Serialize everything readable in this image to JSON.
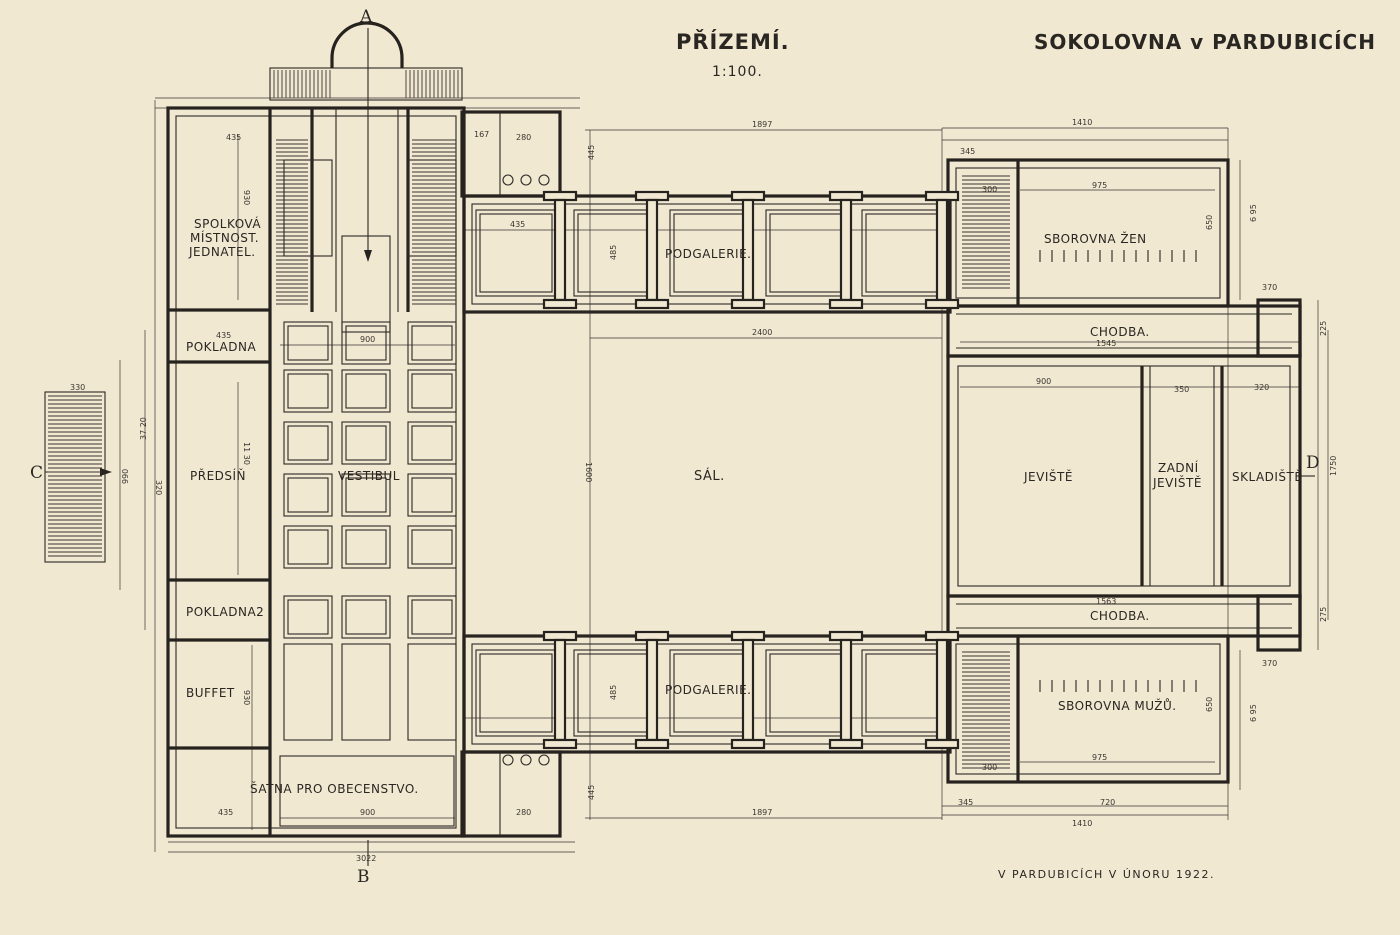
{
  "header": {
    "title": "PŘÍZEMÍ.",
    "scale": "1:100.",
    "building": "SOKOLOVNA v PARDUBICÍCH"
  },
  "footer": {
    "place_date": "V PARDUBICÍCH V ÚNORU 1922."
  },
  "sections": {
    "a": "A",
    "b": "B",
    "c": "C",
    "d": "D"
  },
  "rooms": {
    "spolkova_1": "SPOLKOVÁ",
    "spolkova_2": "MÍSTNOST.",
    "spolkova_3": "JEDNATEL.",
    "pokladna1": "POKLADNA",
    "predsin": "PŘEDSÍŇ",
    "vestibul": "VESTIBUL",
    "pokladna2": "POKLADNA2",
    "buffet": "BUFFET",
    "satna": "ŠATNA PRO OBECENSTVO.",
    "podgalerie_top": "PODGALERIE.",
    "podgalerie_bottom": "PODGALERIE.",
    "sal": "SÁL.",
    "sborovna_zen": "SBOROVNA ŽEN",
    "chodba_top": "CHODBA.",
    "jeviste": "JEVIŠTĚ",
    "zadni_1": "ZADNÍ",
    "zadni_2": "JEVIŠTĚ",
    "skladiste": "SKLADIŠTĚ",
    "chodba_bottom": "CHODBA.",
    "sborovna_muzu": "SBOROVNA MUŽŮ."
  },
  "dimensions": {
    "d_1897_top": "1897",
    "d_1410_top": "1410",
    "d_2400": "2400",
    "d_1600": "1600",
    "d_1897_bottom": "1897",
    "d_1410_bottom": "1410",
    "d_435_a": "435",
    "d_435_b": "435",
    "d_435_c": "435",
    "d_435_d": "435",
    "d_485_a": "485",
    "d_485_b": "485",
    "d_900_a": "900",
    "d_900_b": "900",
    "d_900_c": "900",
    "d_930_a": "930",
    "d_930_b": "930",
    "d_1130": "11 30",
    "d_975_a": "975",
    "d_975_b": "975",
    "d_695_a": "6 95",
    "d_695_b": "6 95",
    "d_650_a": "650",
    "d_650_b": "650",
    "d_1545": "1545",
    "d_1563": "1563",
    "d_350": "350",
    "d_320_a": "320",
    "d_320_b": "320",
    "d_370_a": "370",
    "d_370_b": "370",
    "d_1750": "1750",
    "d_345_a": "345",
    "d_345_b": "345",
    "d_300_a": "300",
    "d_300_b": "300",
    "d_280_a": "280",
    "d_280_b": "280",
    "d_3720": "37 20",
    "d_990": "990",
    "d_330": "330",
    "d_3022": "3022",
    "d_445_a": "445",
    "d_445_b": "445",
    "d_225": "225",
    "d_275": "275",
    "d_167": "167",
    "d_720": "720"
  }
}
